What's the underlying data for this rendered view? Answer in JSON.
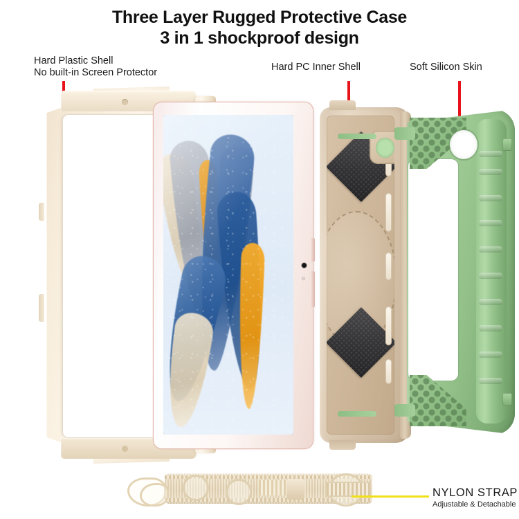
{
  "title": {
    "line1": "Three Layer Rugged Protective Case",
    "line2": "3 in 1 shockproof design"
  },
  "callouts": [
    {
      "id": "hard-plastic-shell",
      "line1": "Hard Plastic Shell",
      "line2": "No built-in Screen Protector",
      "pointer_color": "#e8131a"
    },
    {
      "id": "hard-pc-inner-shell",
      "line1": "Hard PC Inner Shell",
      "pointer_color": "#e8131a"
    },
    {
      "id": "soft-silicon-skin",
      "line1": "Soft Silicon Skin",
      "pointer_color": "#e8131a"
    }
  ],
  "strap": {
    "title": "NYLON STRAP",
    "subtitle": "Adjustable & Detachable",
    "leader_color": "#efe017"
  },
  "layers": {
    "hard_plastic_shell": {
      "name": "Hard Plastic Shell",
      "color": "#f7ecda"
    },
    "tablet": {
      "name": "Tablet",
      "bezel_color": "#e3b9ae",
      "wallpaper": "abstract paint strokes"
    },
    "hard_pc_inner_shell": {
      "name": "Hard PC Inner Shell",
      "color": "#d9c6ae",
      "pad_color": "#333335"
    },
    "soft_silicon_skin": {
      "name": "Soft Silicon Skin",
      "color": "#93c189"
    },
    "nylon_strap": {
      "name": "Nylon Strap",
      "color": "#e4d6bb"
    }
  }
}
